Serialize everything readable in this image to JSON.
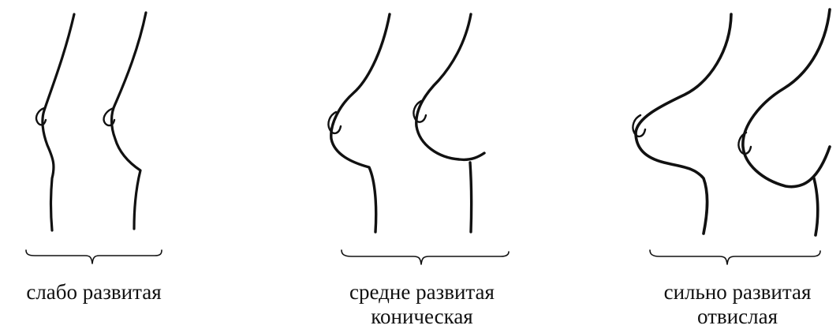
{
  "figure": {
    "groups": [
      {
        "line1": "слабо развитая",
        "line2": ""
      },
      {
        "line1": "средне развитая",
        "line2": "коническая"
      },
      {
        "line1": "сильно развитая",
        "line2": "отвислая"
      }
    ],
    "colors": {
      "ink": "#111111",
      "background": "#ffffff"
    }
  }
}
